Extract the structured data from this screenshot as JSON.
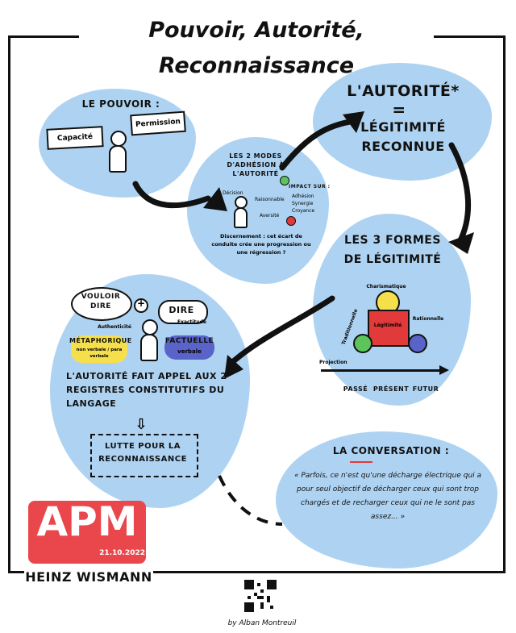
{
  "title": "Pouvoir, Autorité, Reconnaissance",
  "pouvoir": {
    "heading": "Le pouvoir :",
    "box_left": "Capacité",
    "box_right": "Permission"
  },
  "adhesion": {
    "heading": "Les 2 modes d'adhésion à l'autorité",
    "label_decision": "Décision",
    "label_plus": "Raisonnable",
    "label_minus": "Aversité",
    "impact_title": "Impact sur :",
    "impact_items": [
      "Adhésion",
      "Synergie",
      "Croyance"
    ],
    "question": "Discernement : cet écart de conduite crée une progression ou une régression ?"
  },
  "autorite": {
    "line1": "L'autorité*",
    "equals": "=",
    "line2": "Légitimité",
    "line3": "reconnue"
  },
  "formes": {
    "heading_line1": "Les 3 formes",
    "heading_line2": "de légitimité",
    "label_top": "Charismatique",
    "label_left": "Traditionnelle",
    "label_right": "Rationnelle",
    "label_center": "Légitimité",
    "axis_label": "Projection",
    "time_past": "Passé",
    "time_present": "Présent",
    "time_future": "Futur"
  },
  "dire": {
    "bubble_left": "Vouloir dire",
    "plus": "+",
    "bubble_right": "Dire",
    "label_left": "Authenticité",
    "label_right": "Exactitude",
    "tag_left": "Métaphorique",
    "tag_left_sub": "non verbale / para verbale",
    "tag_right": "Factuelle",
    "tag_right_sub": "verbale",
    "statement": "L'autorité fait appel aux 2 registres constitutifs du langage",
    "result": "Lutte pour la reconnaissance"
  },
  "conversation": {
    "heading": "La conversation :",
    "quote": "« Parfois, ce n'est qu'une décharge électrique qui a pour seul objectif de décharger ceux qui sont trop chargés et de recharger ceux qui ne le sont pas assez... »"
  },
  "apm": "APM",
  "date": "21.10.2022",
  "speaker": "Heinz Wismann",
  "credit": "by Alban Montreuil",
  "colors": {
    "cloud": "#aed3f2",
    "apm_red": "#e9474b",
    "yellow": "#f5e04b",
    "green": "#5cc45a",
    "red": "#e23a3a",
    "blue_tag": "#5a63c8"
  }
}
